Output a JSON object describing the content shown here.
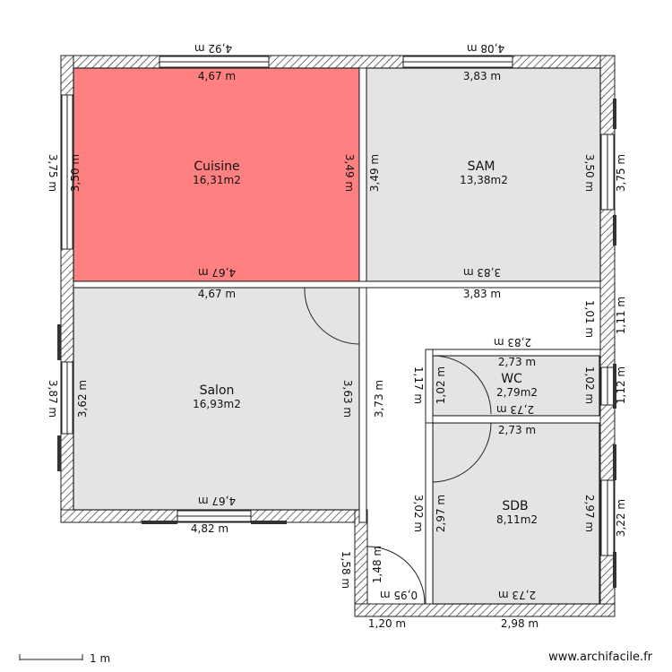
{
  "rooms": {
    "cuisine": {
      "name": "Cuisine",
      "area": "16,31m2",
      "color": "#ff8080"
    },
    "sam": {
      "name": "SAM",
      "area": "13,38m2",
      "color": "#e4e4e4"
    },
    "salon": {
      "name": "Salon",
      "area": "16,93m2",
      "color": "#e4e4e4"
    },
    "wc": {
      "name": "WC",
      "area": "2,79m2",
      "color": "#e4e4e4"
    },
    "sdb": {
      "name": "SDB",
      "area": "8,11m2",
      "color": "#e4e4e4"
    }
  },
  "dimensions": {
    "cuisine_top_outer": "4,92 m",
    "cuisine_top_inner": "4,67 m",
    "cuisine_left_outer": "3,75 m",
    "cuisine_left_inner": "3,50 m",
    "cuisine_right_inner": "3,49 m",
    "cuisine_bottom_inner": "4,67 m",
    "sam_top_outer": "4,08 m",
    "sam_top_inner": "3,83 m",
    "sam_left_inner": "3,49 m",
    "sam_right_inner": "3,50 m",
    "sam_right_outer": "3,75 m",
    "sam_bottom_inner": "3,83 m",
    "salon_top_inner": "4,67 m",
    "salon_left_outer": "3,87 m",
    "salon_left_inner": "3,62 m",
    "salon_right_inner": "3,63 m",
    "salon_bottom_inner": "4,67 m",
    "salon_bottom_outer": "4,82 m",
    "hall_top": "3,83 m",
    "hall_left": "3,73 m",
    "hall_right_inner": "1,01 m",
    "hall_right_outer": "1,11 m",
    "wc_top_outer": "2,83 m",
    "wc_top_inner": "2,73 m",
    "wc_left_outer": "1,17 m",
    "wc_left_inner": "1,02 m",
    "wc_right_inner": "1,02 m",
    "wc_right_outer": "1,12 m",
    "wc_bottom_inner": "2,73 m",
    "sdb_top_inner": "2,73 m",
    "sdb_left_outer": "3,02 m",
    "sdb_left_inner": "2,97 m",
    "sdb_right_inner": "2,97 m",
    "sdb_right_outer": "3,22 m",
    "sdb_bottom_inner": "2,73 m",
    "sdb_bottom_outer": "2,98 m",
    "entry_left_outer": "1,58 m",
    "entry_left_inner": "1,48 m",
    "entry_bottom_inner": "0,95 m",
    "entry_bottom_outer": "1,20 m"
  },
  "scale_label": "1 m",
  "brand": "www.archifacile.fr",
  "colors": {
    "wall": "#ffffff",
    "hatch": "#333333",
    "line": "#222222"
  }
}
